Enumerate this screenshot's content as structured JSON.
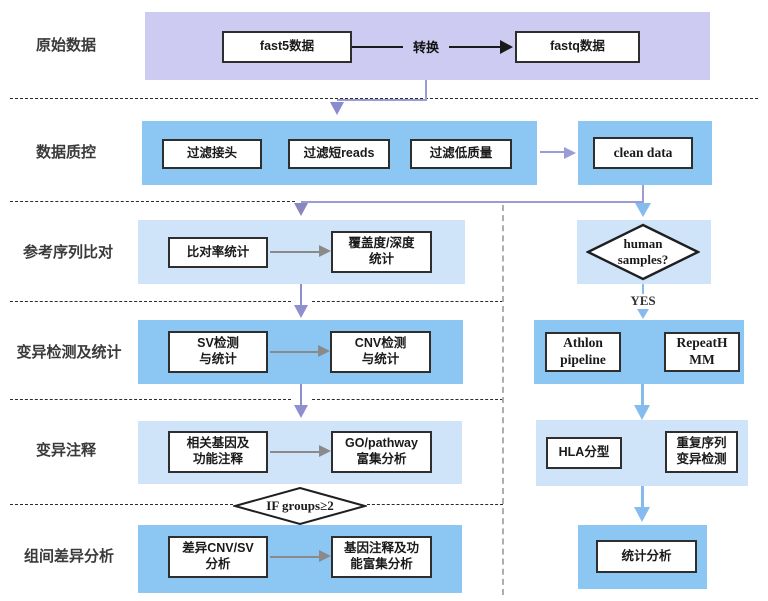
{
  "colors": {
    "raw_section": "#cdcbf2",
    "section_blue": "#8cc7f4",
    "section_light_blue": "#cfe4f9",
    "connector_purple": "#9b9bd8",
    "connector_blue": "#85bbef",
    "connector_gray": "#8a8a8a",
    "box_border": "#2e2e2e"
  },
  "row_labels": {
    "raw": "原始数据",
    "qc": "数据质控",
    "align": "参考序列比对",
    "variant": "变异检测及统计",
    "annotation": "变异注释",
    "group_diff": "组间差异分析"
  },
  "nodes": {
    "fast5": "fast5数据",
    "convert": "转换",
    "fastq": "fastq数据",
    "filter_adapter": "过滤接头",
    "filter_short": "过滤短reads",
    "filter_lowq": "过滤低质量",
    "clean_data": "clean data",
    "align_rate": "比对率统计",
    "coverage": "覆盖度/深度\n统计",
    "sv": "SV检测\n与统计",
    "cnv": "CNV检测\n与统计",
    "gene_annot": "相关基因及\n功能注释",
    "go_pathway": "GO/pathway\n富集分析",
    "diff_cnvsv": "差异CNV/SV\n分析",
    "gene_enrich": "基因注释及功\n能富集分析"
  },
  "right_branch": {
    "human_samples": "human\nsamples?",
    "yes": "YES",
    "athlon": "Athlon\npipeline",
    "repeathmm": "RepeatH\nMM",
    "hla": "HLA分型",
    "repeat_variant": "重复序列\n变异检测",
    "stats": "统计分析"
  },
  "decision": {
    "if_groups": "IF groups≥2"
  }
}
